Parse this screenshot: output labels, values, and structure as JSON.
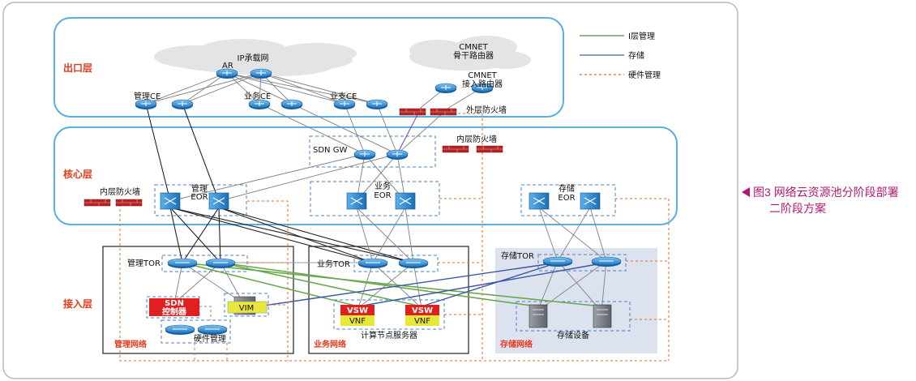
{
  "layers": {
    "exit": "出口层",
    "core": "核心层",
    "access": "接入层"
  },
  "exit_layer": {
    "ip_bearer_net": "IP承载网",
    "ar": "AR",
    "cmnet_backbone": [
      "CMNET",
      "骨干路由器"
    ],
    "cmnet_access": [
      "CMNET",
      "接入路由器"
    ],
    "mgmt_ce": "管理CE",
    "biz_ce": "业务CE",
    "biz_support_ce": "业支CE",
    "outer_firewall": "外层防火墙"
  },
  "core_layer": {
    "sdn_gw": "SDN GW",
    "inner_firewall_right": "内层防火墙",
    "inner_firewall_left": "内层防火墙",
    "mgmt_eor": [
      "管理",
      "EOR"
    ],
    "biz_eor": [
      "业务",
      "EOR"
    ],
    "storage_eor": [
      "存储",
      "EOR"
    ]
  },
  "access_layer": {
    "mgmt_tor": "管理TOR",
    "biz_tor": "业务TOR",
    "storage_tor": "存储TOR",
    "sdn_controller": [
      "SDN",
      "控制器"
    ],
    "vim": "VIM",
    "hardware_mgmt": "硬件管理",
    "vsw": "VSW",
    "vnf": "VNF",
    "compute_servers": "计算节点服务器",
    "storage_devices": "存储设备",
    "mgmt_network": "管理网络",
    "biz_network": "业务网络",
    "storage_network": "存储网络"
  },
  "legend": [
    {
      "label": "I层管理",
      "color": "#6aa84f",
      "style": "solid"
    },
    {
      "label": "存储",
      "color": "#5b7fb8",
      "style": "solid"
    },
    {
      "label": "硬件管理",
      "color": "#e06a2c",
      "style": "dashed"
    }
  ],
  "caption": {
    "line1": "图3  网络云资源池分阶段部署",
    "line2": "二阶段方案"
  },
  "colors": {
    "layer_label": "#e23b1e",
    "region_border": "#5aaee0",
    "device_blue": "#2a8fd8",
    "firewall_red": "#b32424",
    "sdn_red": "#e02020",
    "vim_yellow": "#e8e83a",
    "caption": "#b4186f",
    "storage_bg": "#dde3ee"
  },
  "icons": [
    "router-icon",
    "switch-icon",
    "firewall-icon",
    "cloud-icon",
    "server-icon"
  ]
}
